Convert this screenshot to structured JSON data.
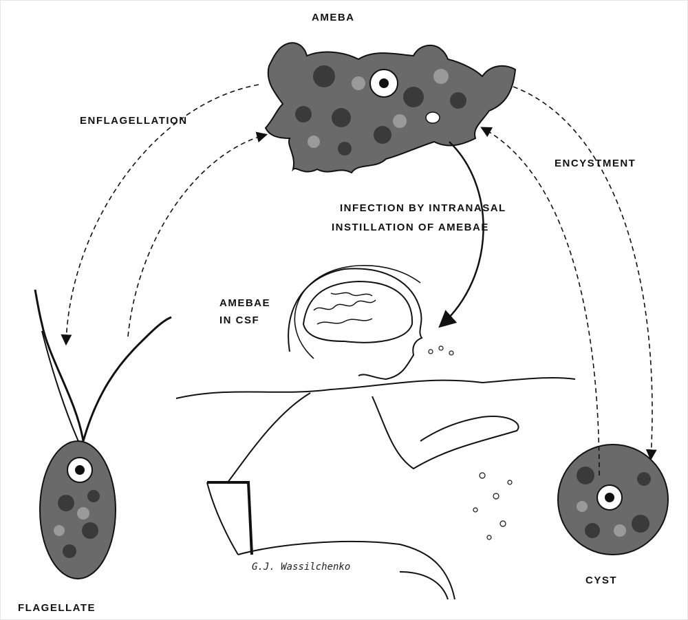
{
  "labels": {
    "ameba": "AMEBA",
    "enflagellation": "ENFLAGELLATION",
    "encystment": "ENCYSTMENT",
    "infection_line1": "INFECTION  BY  INTRANASAL",
    "infection_line2": "INSTILLATION  OF  AMEBAE",
    "csf_line1": "AMEBAE",
    "csf_line2": "IN CSF",
    "flagellate": "FLAGELLATE",
    "cyst": "CYST"
  },
  "signature": "G.J. Wassilchenko",
  "colors": {
    "ink": "#111111",
    "stipple": "#5a5a5a"
  }
}
